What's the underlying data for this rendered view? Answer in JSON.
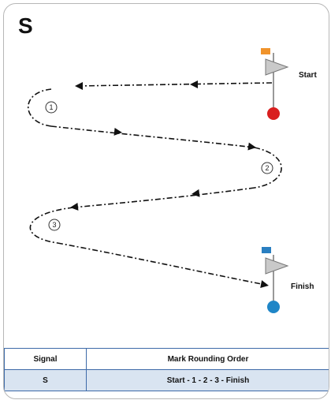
{
  "signal_letter": "S",
  "labels": {
    "start": "Start",
    "finish": "Finish"
  },
  "marks": [
    {
      "label": "1"
    },
    {
      "label": "2"
    },
    {
      "label": "3"
    }
  ],
  "colors": {
    "start_flag": "#f0932b",
    "finish_flag": "#2a7fc1",
    "start_buoy": "#d91f1f",
    "finish_buoy": "#1f86c7",
    "table_border": "#3d6aa8",
    "table_fill": "#d9e4f1"
  },
  "table": {
    "headers": [
      "Signal",
      "Mark Rounding Order"
    ],
    "rows": [
      [
        "S",
        "Start - 1 - 2 - 3 - Finish"
      ]
    ]
  }
}
